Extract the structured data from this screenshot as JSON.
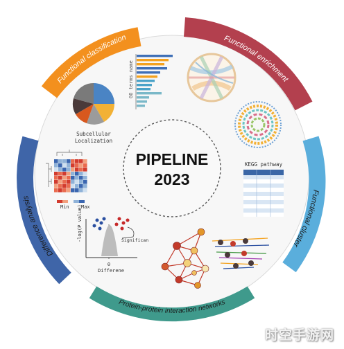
{
  "center": {
    "line1": "PIPELINE",
    "line2": "2023"
  },
  "sections": {
    "functional_classification": {
      "label": "Functional classification",
      "color": "#f3901e"
    },
    "functional_enrichment": {
      "label": "Functional enrichment",
      "color": "#b3404e"
    },
    "functional_cluster": {
      "label": "Functional cluster",
      "color": "#5aaedc"
    },
    "ppi_networks": {
      "label": "Protein-protein interaction networks",
      "color": "#3f9a8c"
    },
    "difference_analysis": {
      "label": "Difference analysis",
      "color": "#3f65a8"
    }
  },
  "panels": {
    "go_terms_label": "GO terms name",
    "subcellular_label_1": "Subcellular",
    "subcellular_label_2": "Localization",
    "kegg_label": "KEGG pathway",
    "heatmap_min": "Min",
    "heatmap_max": "Max",
    "volcano_ylabel": "-log(P value)",
    "volcano_significant": "Significan",
    "volcano_zero": "0",
    "volcano_xlabel": "Differene"
  },
  "watermark": "时空手游网"
}
